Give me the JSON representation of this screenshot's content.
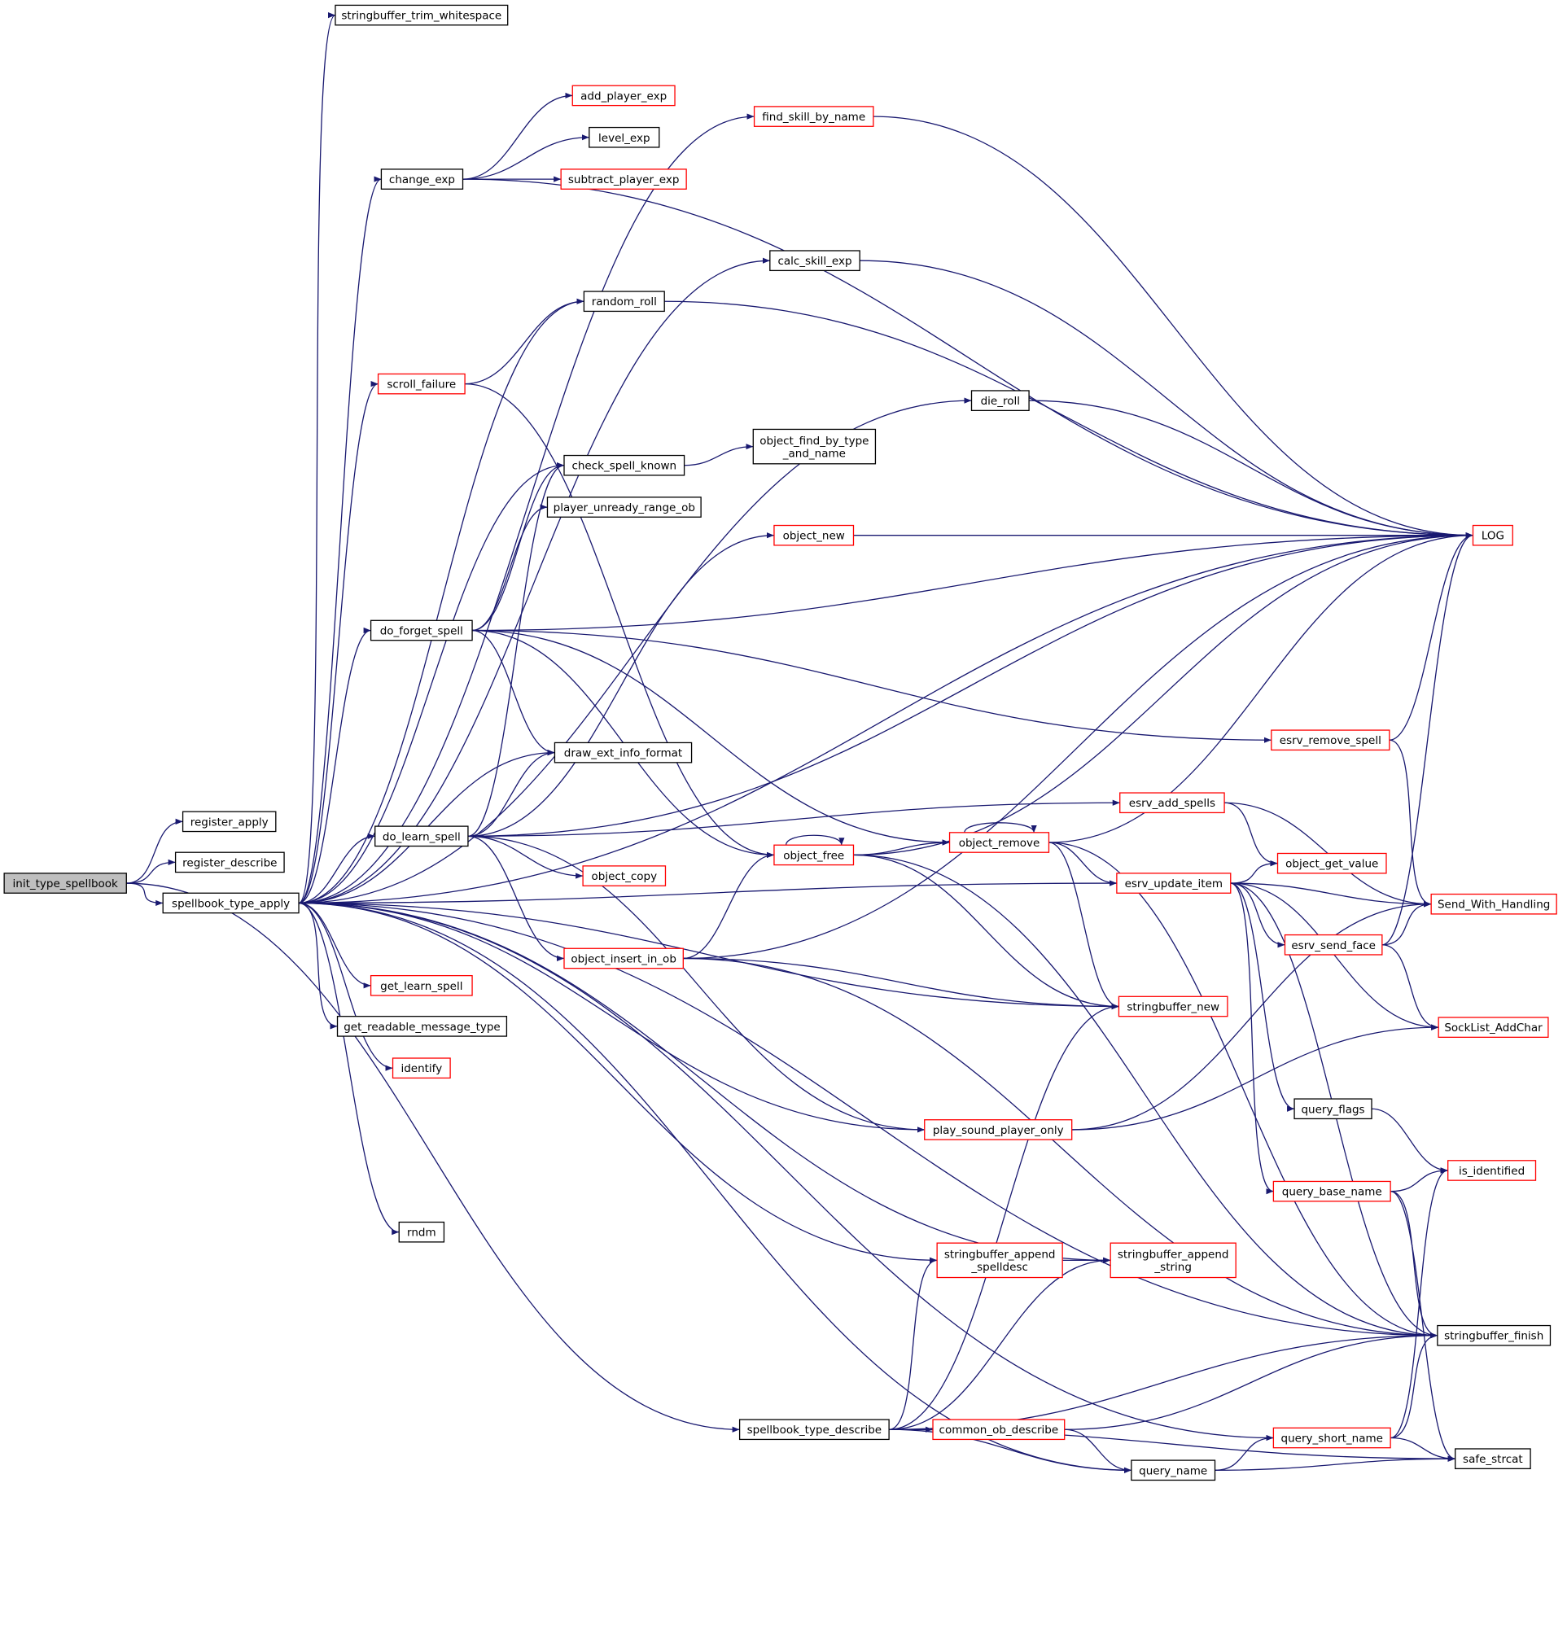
{
  "colors": {
    "edge": "#191970",
    "node_border_default": "#000000",
    "node_border_truncated": "#ff0000",
    "node_fill_root": "#bfbfbf",
    "node_fill": "#ffffff"
  },
  "nodes": [
    {
      "id": "init_type_spellbook",
      "lines": [
        "init_type_spellbook"
      ],
      "style": "root"
    },
    {
      "id": "register_apply",
      "lines": [
        "register_apply"
      ],
      "style": "normal"
    },
    {
      "id": "register_describe",
      "lines": [
        "register_describe"
      ],
      "style": "normal"
    },
    {
      "id": "spellbook_type_apply",
      "lines": [
        "spellbook_type_apply"
      ],
      "style": "normal"
    },
    {
      "id": "stringbuffer_trim_whitespace",
      "lines": [
        "stringbuffer_trim_whitespace"
      ],
      "style": "normal"
    },
    {
      "id": "add_player_exp",
      "lines": [
        "add_player_exp"
      ],
      "style": "truncated"
    },
    {
      "id": "find_skill_by_name",
      "lines": [
        "find_skill_by_name"
      ],
      "style": "truncated"
    },
    {
      "id": "level_exp",
      "lines": [
        "level_exp"
      ],
      "style": "normal"
    },
    {
      "id": "change_exp",
      "lines": [
        "change_exp"
      ],
      "style": "normal"
    },
    {
      "id": "subtract_player_exp",
      "lines": [
        "subtract_player_exp"
      ],
      "style": "truncated"
    },
    {
      "id": "calc_skill_exp",
      "lines": [
        "calc_skill_exp"
      ],
      "style": "normal"
    },
    {
      "id": "random_roll",
      "lines": [
        "random_roll"
      ],
      "style": "normal"
    },
    {
      "id": "scroll_failure",
      "lines": [
        "scroll_failure"
      ],
      "style": "truncated"
    },
    {
      "id": "die_roll",
      "lines": [
        "die_roll"
      ],
      "style": "normal"
    },
    {
      "id": "object_find_by_type_and_name",
      "lines": [
        "object_find_by_type",
        "_and_name"
      ],
      "style": "normal"
    },
    {
      "id": "check_spell_known",
      "lines": [
        "check_spell_known"
      ],
      "style": "normal"
    },
    {
      "id": "player_unready_range_ob",
      "lines": [
        "player_unready_range_ob"
      ],
      "style": "normal"
    },
    {
      "id": "object_new",
      "lines": [
        "object_new"
      ],
      "style": "truncated"
    },
    {
      "id": "LOG",
      "lines": [
        "LOG"
      ],
      "style": "truncated"
    },
    {
      "id": "do_forget_spell",
      "lines": [
        "do_forget_spell"
      ],
      "style": "normal"
    },
    {
      "id": "esrv_remove_spell",
      "lines": [
        "esrv_remove_spell"
      ],
      "style": "truncated"
    },
    {
      "id": "draw_ext_info_format",
      "lines": [
        "draw_ext_info_format"
      ],
      "style": "normal"
    },
    {
      "id": "esrv_add_spells",
      "lines": [
        "esrv_add_spells"
      ],
      "style": "truncated"
    },
    {
      "id": "do_learn_spell",
      "lines": [
        "do_learn_spell"
      ],
      "style": "normal"
    },
    {
      "id": "object_free",
      "lines": [
        "object_free"
      ],
      "style": "truncated"
    },
    {
      "id": "object_remove",
      "lines": [
        "object_remove"
      ],
      "style": "truncated"
    },
    {
      "id": "object_get_value",
      "lines": [
        "object_get_value"
      ],
      "style": "truncated"
    },
    {
      "id": "object_copy",
      "lines": [
        "object_copy"
      ],
      "style": "truncated"
    },
    {
      "id": "esrv_update_item",
      "lines": [
        "esrv_update_item"
      ],
      "style": "truncated"
    },
    {
      "id": "Send_With_Handling",
      "lines": [
        "Send_With_Handling"
      ],
      "style": "truncated"
    },
    {
      "id": "esrv_send_face",
      "lines": [
        "esrv_send_face"
      ],
      "style": "truncated"
    },
    {
      "id": "object_insert_in_ob",
      "lines": [
        "object_insert_in_ob"
      ],
      "style": "truncated"
    },
    {
      "id": "get_learn_spell",
      "lines": [
        "get_learn_spell"
      ],
      "style": "truncated"
    },
    {
      "id": "stringbuffer_new",
      "lines": [
        "stringbuffer_new"
      ],
      "style": "truncated"
    },
    {
      "id": "SockList_AddChar",
      "lines": [
        "SockList_AddChar"
      ],
      "style": "truncated"
    },
    {
      "id": "get_readable_message_type",
      "lines": [
        "get_readable_message_type"
      ],
      "style": "normal"
    },
    {
      "id": "identify",
      "lines": [
        "identify"
      ],
      "style": "truncated"
    },
    {
      "id": "query_flags",
      "lines": [
        "query_flags"
      ],
      "style": "normal"
    },
    {
      "id": "play_sound_player_only",
      "lines": [
        "play_sound_player_only"
      ],
      "style": "truncated"
    },
    {
      "id": "is_identified",
      "lines": [
        "is_identified"
      ],
      "style": "truncated"
    },
    {
      "id": "query_base_name",
      "lines": [
        "query_base_name"
      ],
      "style": "truncated"
    },
    {
      "id": "rndm",
      "lines": [
        "rndm"
      ],
      "style": "normal"
    },
    {
      "id": "stringbuffer_append_spelldesc",
      "lines": [
        "stringbuffer_append",
        "_spelldesc"
      ],
      "style": "truncated"
    },
    {
      "id": "stringbuffer_append_string",
      "lines": [
        "stringbuffer_append",
        "_string"
      ],
      "style": "truncated"
    },
    {
      "id": "stringbuffer_finish",
      "lines": [
        "stringbuffer_finish"
      ],
      "style": "normal"
    },
    {
      "id": "spellbook_type_describe",
      "lines": [
        "spellbook_type_describe"
      ],
      "style": "normal"
    },
    {
      "id": "common_ob_describe",
      "lines": [
        "common_ob_describe"
      ],
      "style": "truncated"
    },
    {
      "id": "query_short_name",
      "lines": [
        "query_short_name"
      ],
      "style": "truncated"
    },
    {
      "id": "safe_strcat",
      "lines": [
        "safe_strcat"
      ],
      "style": "normal"
    },
    {
      "id": "query_name",
      "lines": [
        "query_name"
      ],
      "style": "normal"
    }
  ],
  "edges": [
    [
      "init_type_spellbook",
      "register_apply"
    ],
    [
      "init_type_spellbook",
      "register_describe"
    ],
    [
      "init_type_spellbook",
      "spellbook_type_apply"
    ],
    [
      "init_type_spellbook",
      "spellbook_type_describe"
    ],
    [
      "spellbook_type_apply",
      "stringbuffer_trim_whitespace"
    ],
    [
      "spellbook_type_apply",
      "find_skill_by_name"
    ],
    [
      "spellbook_type_apply",
      "change_exp"
    ],
    [
      "spellbook_type_apply",
      "calc_skill_exp"
    ],
    [
      "spellbook_type_apply",
      "random_roll"
    ],
    [
      "spellbook_type_apply",
      "LOG"
    ],
    [
      "spellbook_type_apply",
      "scroll_failure"
    ],
    [
      "spellbook_type_apply",
      "die_roll"
    ],
    [
      "spellbook_type_apply",
      "check_spell_known"
    ],
    [
      "spellbook_type_apply",
      "do_forget_spell"
    ],
    [
      "spellbook_type_apply",
      "draw_ext_info_format"
    ],
    [
      "spellbook_type_apply",
      "do_learn_spell"
    ],
    [
      "spellbook_type_apply",
      "esrv_update_item"
    ],
    [
      "spellbook_type_apply",
      "get_learn_spell"
    ],
    [
      "spellbook_type_apply",
      "get_readable_message_type"
    ],
    [
      "spellbook_type_apply",
      "identify"
    ],
    [
      "spellbook_type_apply",
      "stringbuffer_new"
    ],
    [
      "spellbook_type_apply",
      "play_sound_player_only"
    ],
    [
      "spellbook_type_apply",
      "stringbuffer_finish"
    ],
    [
      "spellbook_type_apply",
      "stringbuffer_append_string"
    ],
    [
      "spellbook_type_apply",
      "rndm"
    ],
    [
      "spellbook_type_apply",
      "stringbuffer_append_spelldesc"
    ],
    [
      "spellbook_type_apply",
      "query_short_name"
    ],
    [
      "spellbook_type_apply",
      "query_name"
    ],
    [
      "change_exp",
      "add_player_exp"
    ],
    [
      "change_exp",
      "level_exp"
    ],
    [
      "change_exp",
      "subtract_player_exp"
    ],
    [
      "change_exp",
      "LOG"
    ],
    [
      "find_skill_by_name",
      "LOG"
    ],
    [
      "calc_skill_exp",
      "LOG"
    ],
    [
      "random_roll",
      "LOG"
    ],
    [
      "scroll_failure",
      "random_roll"
    ],
    [
      "scroll_failure",
      "object_free"
    ],
    [
      "die_roll",
      "LOG"
    ],
    [
      "check_spell_known",
      "object_find_by_type_and_name"
    ],
    [
      "do_forget_spell",
      "check_spell_known"
    ],
    [
      "do_forget_spell",
      "player_unready_range_ob"
    ],
    [
      "do_forget_spell",
      "LOG"
    ],
    [
      "do_forget_spell",
      "esrv_remove_spell"
    ],
    [
      "do_forget_spell",
      "draw_ext_info_format"
    ],
    [
      "do_forget_spell",
      "object_free"
    ],
    [
      "do_forget_spell",
      "object_remove"
    ],
    [
      "do_learn_spell",
      "check_spell_known"
    ],
    [
      "do_learn_spell",
      "object_new"
    ],
    [
      "do_learn_spell",
      "draw_ext_info_format"
    ],
    [
      "do_learn_spell",
      "LOG"
    ],
    [
      "do_learn_spell",
      "esrv_add_spells"
    ],
    [
      "do_learn_spell",
      "object_copy"
    ],
    [
      "do_learn_spell",
      "object_insert_in_ob"
    ],
    [
      "do_learn_spell",
      "play_sound_player_only"
    ],
    [
      "object_new",
      "LOG"
    ],
    [
      "esrv_remove_spell",
      "LOG"
    ],
    [
      "esrv_remove_spell",
      "Send_With_Handling"
    ],
    [
      "esrv_add_spells",
      "object_get_value"
    ],
    [
      "esrv_add_spells",
      "Send_With_Handling"
    ],
    [
      "object_free",
      "object_free"
    ],
    [
      "object_free",
      "object_remove"
    ],
    [
      "object_free",
      "LOG"
    ],
    [
      "object_free",
      "stringbuffer_new"
    ],
    [
      "object_free",
      "stringbuffer_finish"
    ],
    [
      "object_remove",
      "object_remove"
    ],
    [
      "object_remove",
      "LOG"
    ],
    [
      "object_remove",
      "esrv_update_item"
    ],
    [
      "object_remove",
      "stringbuffer_new"
    ],
    [
      "object_remove",
      "stringbuffer_finish"
    ],
    [
      "esrv_update_item",
      "object_get_value"
    ],
    [
      "esrv_update_item",
      "Send_With_Handling"
    ],
    [
      "esrv_update_item",
      "esrv_send_face"
    ],
    [
      "esrv_update_item",
      "SockList_AddChar"
    ],
    [
      "esrv_update_item",
      "query_flags"
    ],
    [
      "esrv_update_item",
      "query_base_name"
    ],
    [
      "esrv_update_item",
      "stringbuffer_finish"
    ],
    [
      "esrv_send_face",
      "LOG"
    ],
    [
      "esrv_send_face",
      "Send_With_Handling"
    ],
    [
      "esrv_send_face",
      "SockList_AddChar"
    ],
    [
      "object_insert_in_ob",
      "object_free"
    ],
    [
      "object_insert_in_ob",
      "LOG"
    ],
    [
      "object_insert_in_ob",
      "stringbuffer_new"
    ],
    [
      "object_insert_in_ob",
      "stringbuffer_finish"
    ],
    [
      "play_sound_player_only",
      "Send_With_Handling"
    ],
    [
      "play_sound_player_only",
      "SockList_AddChar"
    ],
    [
      "query_flags",
      "is_identified"
    ],
    [
      "query_base_name",
      "is_identified"
    ],
    [
      "query_base_name",
      "stringbuffer_finish"
    ],
    [
      "query_base_name",
      "safe_strcat"
    ],
    [
      "stringbuffer_append_spelldesc",
      "stringbuffer_append_string"
    ],
    [
      "spellbook_type_describe",
      "stringbuffer_new"
    ],
    [
      "spellbook_type_describe",
      "stringbuffer_append_spelldesc"
    ],
    [
      "spellbook_type_describe",
      "stringbuffer_append_string"
    ],
    [
      "spellbook_type_describe",
      "common_ob_describe"
    ],
    [
      "spellbook_type_describe",
      "query_name"
    ],
    [
      "spellbook_type_describe",
      "stringbuffer_finish"
    ],
    [
      "spellbook_type_describe",
      "safe_strcat"
    ],
    [
      "common_ob_describe",
      "query_name"
    ],
    [
      "common_ob_describe",
      "stringbuffer_finish"
    ],
    [
      "query_short_name",
      "is_identified"
    ],
    [
      "query_short_name",
      "stringbuffer_finish"
    ],
    [
      "query_short_name",
      "safe_strcat"
    ],
    [
      "query_name",
      "query_short_name"
    ],
    [
      "query_name",
      "safe_strcat"
    ]
  ]
}
